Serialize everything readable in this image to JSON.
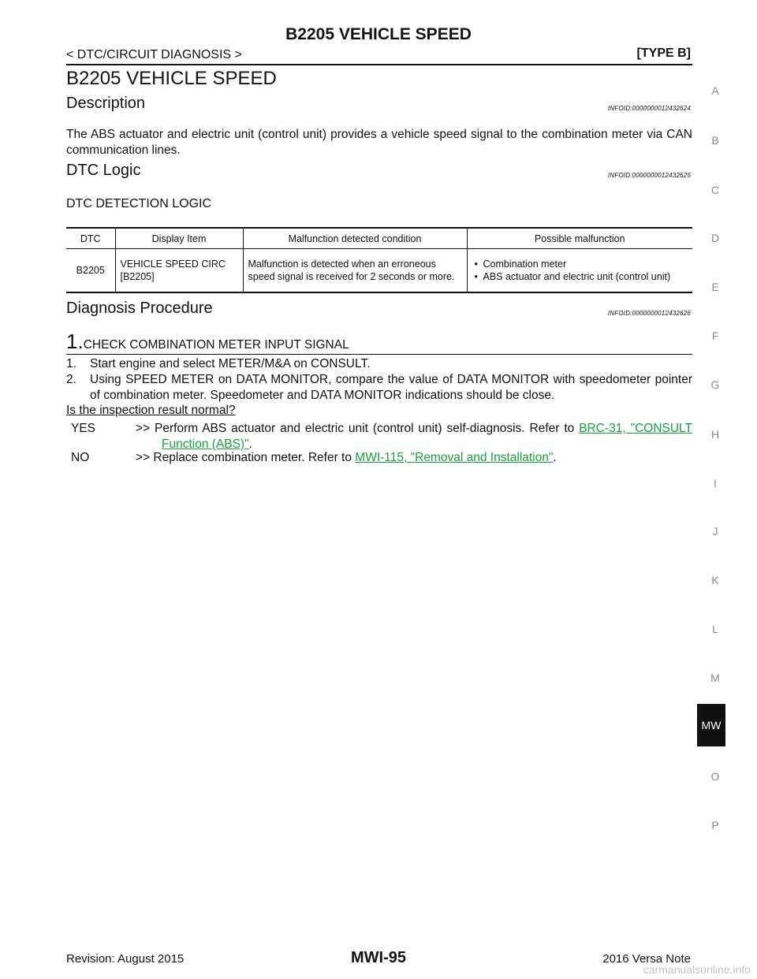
{
  "header": {
    "title": "B2205 VEHICLE SPEED",
    "breadcrumb": "< DTC/CIRCUIT DIAGNOSIS >",
    "type": "[TYPE B]"
  },
  "page_title": "B2205 VEHICLE SPEED",
  "description": {
    "heading": "Description",
    "infoid": "INFOID:0000000012432624",
    "text": "The ABS actuator and electric unit (control unit) provides a vehicle speed signal to the combination meter via CAN communication lines."
  },
  "dtc_logic": {
    "heading": "DTC Logic",
    "infoid": "INFOID:0000000012432625",
    "subheading": "DTC DETECTION LOGIC",
    "table": {
      "headers": [
        "DTC",
        "Display Item",
        "Malfunction detected condition",
        "Possible malfunction"
      ],
      "row": {
        "dtc": "B2205",
        "display_item_line1": "VEHICLE SPEED CIRC",
        "display_item_line2": "[B2205]",
        "condition": "Malfunction is detected when an erroneous speed signal is received for 2 seconds or more.",
        "possible": [
          "Combination meter",
          "ABS actuator and electric unit (control unit)"
        ]
      }
    }
  },
  "diagnosis": {
    "heading": "Diagnosis  Procedure",
    "infoid": "INFOID:0000000012432626",
    "step_number": "1.",
    "step_title": "CHECK COMBINATION METER INPUT SIGNAL",
    "items": [
      {
        "n": "1.",
        "text": "Start engine and select METER/M&A on CONSULT."
      },
      {
        "n": "2.",
        "text": "Using SPEED METER on DATA MONITOR, compare the value of DATA MONITOR with speedometer pointer of combination meter. Speedometer and DATA MONITOR indications should be close."
      }
    ],
    "question": "Is the inspection result normal?",
    "yes": {
      "label": "YES",
      "prefix": ">> Perform ABS actuator and electric unit (control unit) self-diagnosis. Refer to ",
      "link": "BRC-31, \"CONSULT Function (ABS)\"",
      "suffix": "."
    },
    "no": {
      "label": "NO",
      "prefix": ">> Replace combination meter. Refer to ",
      "link": "MWI-115, \"Removal and Installation\"",
      "suffix": "."
    }
  },
  "side_index": {
    "letters": [
      "A",
      "B",
      "C",
      "D",
      "E",
      "F",
      "G",
      "H",
      "I",
      "J",
      "K",
      "L",
      "M",
      "O",
      "P"
    ],
    "active": "MW"
  },
  "footer": {
    "revision": "Revision: August 2015",
    "page": "MWI-95",
    "model": "2016 Versa Note",
    "watermark": "carmanualsonline.info"
  },
  "colors": {
    "link": "#15a33a",
    "side_letters": "#8a8a8a",
    "active_tab_bg": "#111111"
  }
}
